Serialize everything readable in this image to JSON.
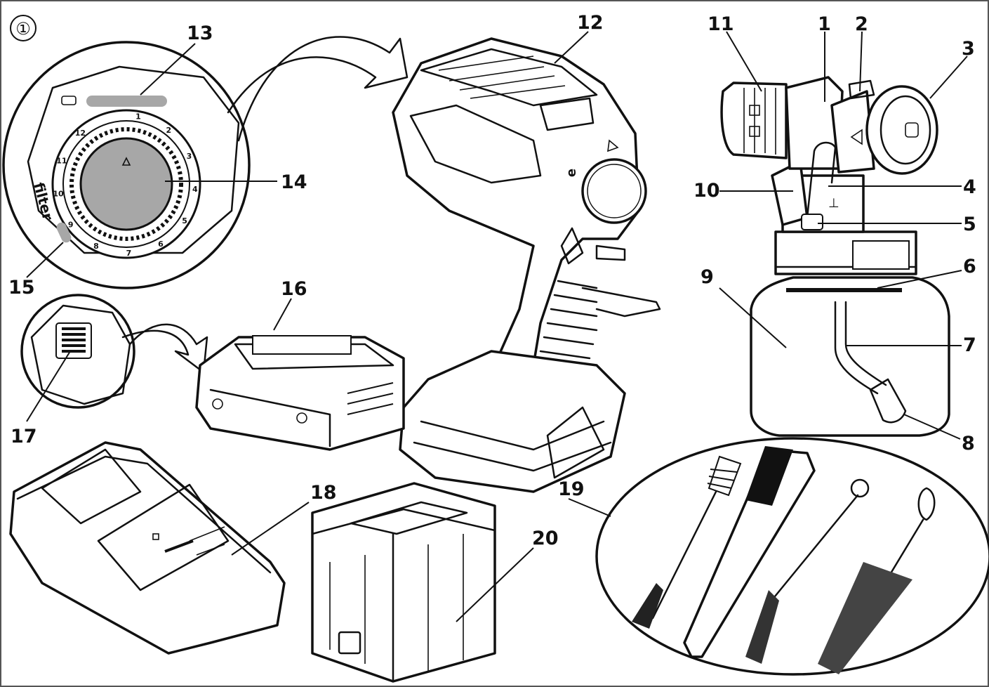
{
  "figure_marker": "①",
  "filter_text": "filter",
  "dial_numbers": [
    "1",
    "2",
    "3",
    "4",
    "5",
    "6",
    "7",
    "8",
    "9",
    "10",
    "11",
    "12"
  ],
  "callouts": [
    "1",
    "2",
    "3",
    "4",
    "5",
    "6",
    "7",
    "8",
    "9",
    "10",
    "11",
    "12",
    "13",
    "14",
    "15",
    "16",
    "17",
    "18",
    "19",
    "20"
  ],
  "colors": {
    "ink": "#111111",
    "grey": "#a7a7a7",
    "background": "#ffffff"
  }
}
